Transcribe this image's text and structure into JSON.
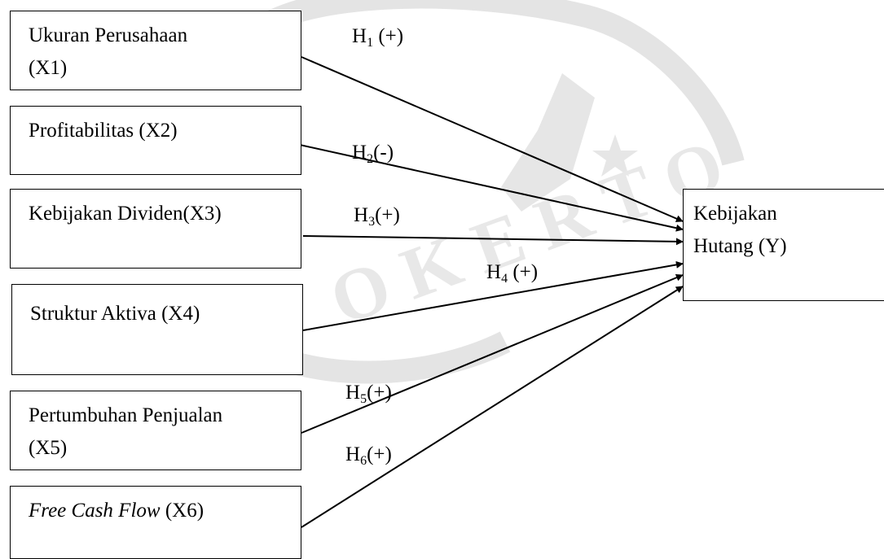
{
  "diagram": {
    "independent": [
      {
        "id": "x1",
        "line1": "Ukuran Perusahaan",
        "line2": "(X1)"
      },
      {
        "id": "x2",
        "line1": "Profitabilitas (X2)"
      },
      {
        "id": "x3",
        "line1": "Kebijakan Dividen(X3)"
      },
      {
        "id": "x4",
        "line1": "Struktur Aktiva (X4)"
      },
      {
        "id": "x5",
        "line1": "Pertumbuhan Penjualan",
        "line2": "(X5)"
      },
      {
        "id": "x6",
        "line1_italic": "Free Cash Flow",
        "line1_rest": " (X6)"
      }
    ],
    "dependent": {
      "line1": "Kebijakan",
      "line2": "Hutang (Y)"
    },
    "hypotheses": [
      {
        "h": "H",
        "n": "1",
        "sign": " (+)"
      },
      {
        "h": "H",
        "n": "2",
        "sign": "(-)"
      },
      {
        "h": "H",
        "n": "3",
        "sign": "(+)"
      },
      {
        "h": "H",
        "n": "4",
        "sign": " (+)"
      },
      {
        "h": "H",
        "n": "5",
        "sign": "(+)"
      },
      {
        "h": "H",
        "n": "6",
        "sign": "(+)"
      }
    ]
  },
  "colors": {
    "line": "#000000",
    "watermark": "#dcdcdc"
  }
}
